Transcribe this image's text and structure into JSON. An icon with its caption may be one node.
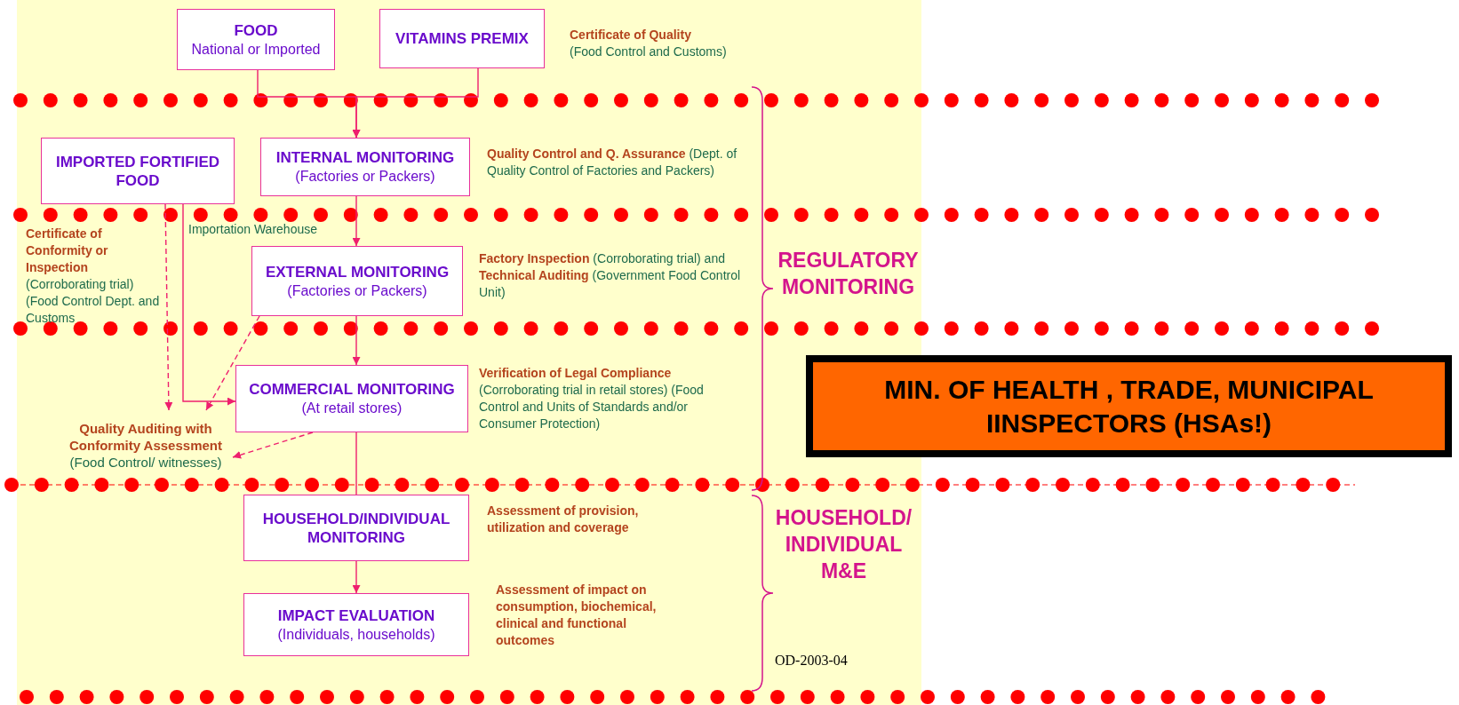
{
  "diagram": {
    "nodes": [
      {
        "text": [
          "FOOD",
          "National or Imported"
        ]
      },
      {
        "text": [
          "VITAMINS PREMIX"
        ]
      },
      {
        "text": [
          "IMPORTED FORTIFIED FOOD"
        ]
      },
      {
        "text": [
          "INTERNAL MONITORING",
          "(Factories or Packers)"
        ],
        "beside": [
          "**Quality Control and Q. Assurance** (Dept. of Quality Control of Factories and Packers)"
        ]
      },
      {
        "text": [
          "EXTERNAL MONITORING",
          "(Factories or Packers)"
        ],
        "beside": [
          "**Factory Inspection** (Corroborating trial) and **Technical Auditing** (Government Food Control Unit)"
        ]
      },
      {
        "text": [
          "COMMERCIAL MONITORING",
          "(At retail stores)"
        ],
        "beside": [
          "**Verification of Legal Compliance** (Corroborating trial in retail stores) (Food Control and Units of Standards and/or Consumer Protection)"
        ]
      },
      {
        "text": [
          "Quality Auditing with Conformity Assessment",
          "(Food Control/ witnesses)"
        ]
      },
      {
        "text": [
          "HOUSEHOLD/INDIVIDUAL MONITORING"
        ],
        "beside": [
          "Assessment of provision, utilization and coverage"
        ]
      },
      {
        "text": [
          "IMPACT EVALUATION",
          "(Individuals, households)"
        ],
        "beside": [
          "Assessment of impact on consumption, biochemical, clinical and functional outcomes"
        ]
      },
      {
        "text": [
          "MIN. OF HEALTH , TRADE, MUNICIPAL IINSPECTORS (HSAs!)"
        ]
      }
    ],
    "edges": [
      {
        "from": 0,
        "to": 3,
        "arrow": "to"
      },
      {
        "from": 1,
        "to": 3,
        "arrow": "to"
      },
      {
        "from": 3,
        "to": 4,
        "arrow": "to"
      },
      {
        "from": 4,
        "to": 5,
        "arrow": "to"
      },
      {
        "from": 5,
        "to": 7,
        "arrow": "none"
      },
      {
        "from": 7,
        "to": 8,
        "arrow": "to"
      },
      {
        "from": 2,
        "to": 5,
        "arrow": "to"
      },
      {
        "from": 2,
        "to": 6,
        "arrow": "to",
        "style": "dashed"
      },
      {
        "from": 4,
        "to": 6,
        "arrow": "to",
        "style": "dashed"
      },
      {
        "from": 5,
        "to": 6,
        "arrow": "to",
        "style": "dashed"
      }
    ],
    "labels": [
      "**Certificate of Quality** (Food Control and Customs)",
      "Importation Warehouse",
      "**Certificate of Conformity or Inspection** (Corroborating trial) (Food Control Dept. and Customs",
      "REGULATORY MONITORING",
      "HOUSEHOLD/ INDIVIDUAL M&E",
      "OD-2003-04"
    ]
  }
}
